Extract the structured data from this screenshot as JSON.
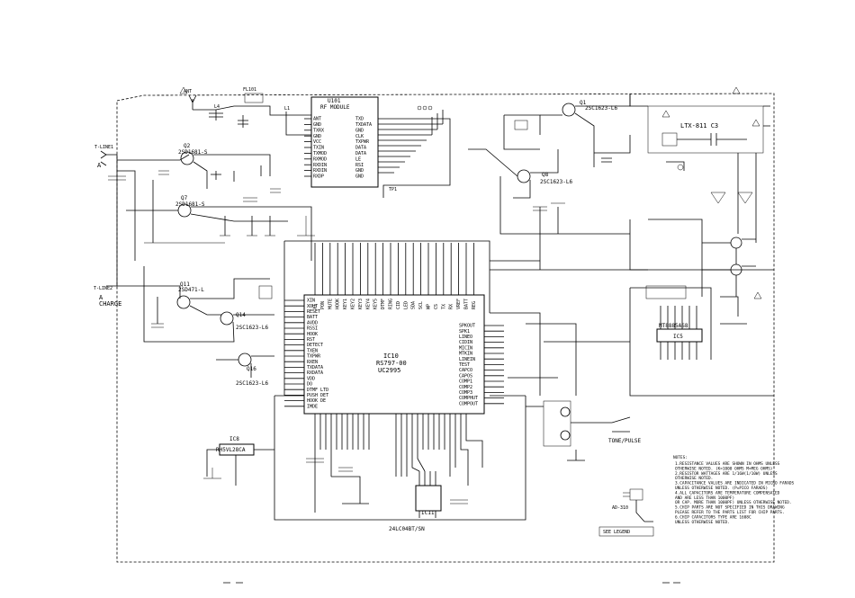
{
  "ic_rf": {
    "ref": "U101",
    "name": "RF MODULE"
  },
  "ic_rf_pins_left": [
    "ANT",
    "GND",
    "TXRX",
    "GND",
    "VCC",
    "TXIN",
    "TXMOD",
    "RXMOD",
    "RXDIN",
    "RXDIN",
    "RXDP"
  ],
  "ic_rf_pins_right": [
    "TXD",
    "TXDATA",
    "GND",
    "CLK",
    "TXPWR",
    "DATA",
    "DATA",
    "LE",
    "RSI",
    "GND",
    "GND"
  ],
  "ic_main": {
    "ref": "IC10",
    "part": "RS797-00",
    "part2": "UC2995"
  },
  "ic_main_bottom_label": "24LC04BT/SN",
  "ic_main_left_pins": [
    "XIN",
    "XOUT",
    "RESET",
    "BATT",
    "AVDD",
    "RSSI",
    "HOOK",
    "RST",
    "DETECT",
    "TXEN",
    "TXPWR",
    "RXEN",
    "TXDATA",
    "RXDATA",
    "VDD",
    "DO",
    "DTMF LTD",
    "PUSH DET",
    "HOOK DE",
    "IMDE"
  ],
  "ic_main_right_pins": [
    "SPKOUT",
    "SPK1",
    "LINEO",
    "CIDIN",
    "MICIN",
    "MTKIN",
    "LINEIN",
    "TEST",
    "CAPCO",
    "CAPOS",
    "COMP1",
    "COMP2",
    "COMP3",
    "COMPHUT",
    "COMPOUT"
  ],
  "ic_main_top_pins": [
    "XT",
    "PON",
    "MUTE",
    "HOOK",
    "KEY1",
    "KEY2",
    "KEY3",
    "KEY4",
    "KEY5",
    "DTMF",
    "RING",
    "CID",
    "LED",
    "SDA",
    "SCL",
    "WP",
    "CS",
    "TX",
    "RX",
    "VREF",
    "BATT",
    "REG"
  ],
  "ic_dtmf": {
    "ref": "IC5",
    "part": "MT8885AS8"
  },
  "transistors": [
    {
      "ref": "Q2",
      "part": "2SD1681-S"
    },
    {
      "ref": "Q7",
      "part": "2SD1681-S"
    },
    {
      "ref": "Q11",
      "part": "2SD471-L"
    },
    {
      "ref": "Q14",
      "part": "2SC1623-L6"
    },
    {
      "ref": "Q16",
      "part": "2SC1623-L6"
    },
    {
      "ref": "Q1",
      "part": "2SC1623-L6"
    },
    {
      "ref": "Q8",
      "part": "2SC1623-L6"
    }
  ],
  "reg": {
    "ref": "IC8",
    "part": "RH5VL28CA"
  },
  "ic11": {
    "ref": "IC11"
  },
  "transformer": "LTX-811 C3",
  "charge_label": "CHARGE",
  "tone_pulse": "TONE/PULSE",
  "notes_title": "NOTES:",
  "notes": [
    "1.RESISTANCE VALUES ARE SHOWN IN OHMS UNLESS",
    "  OTHERWISE NOTED.  (K=1000 OHMS M=MEG OHMS)",
    "2.RESISTOR WATTAGES ARE 1/16W(1/10W) UNLESS",
    "  OTHERWISE NOTED.",
    "3.CAPACITANCE VALUES ARE INDICATED IN MICRO FARADS",
    "  UNLESS OTHERWISE NOTED. (P=PICO FARADS)",
    "4.ALL CAPACITORS ARE TEMPERATURE COMPENSATED",
    "  AND ARE LESS THAN 1000PF)",
    "   OR  CAP. MORE THAN 1000PF) UNLESS OTHERWISE NOTED.",
    "5.CHIP PARTS ARE NOT SPECIFIED IN THIS DRAWING",
    "  PLEASE REFER TO THE PARTS LIST FOR CHIP PARTS.",
    "6.CHIP CAPACITORS TYPE ARE 1608C",
    "  UNLESS OTHERWISE NOTED."
  ],
  "adapter_label": "AD-310",
  "legend_text": "SEE LEGEND",
  "connector_left_top": "T-LINE1",
  "connector_left_bottom": "T-LINE2",
  "antenna_label": "ANT"
}
